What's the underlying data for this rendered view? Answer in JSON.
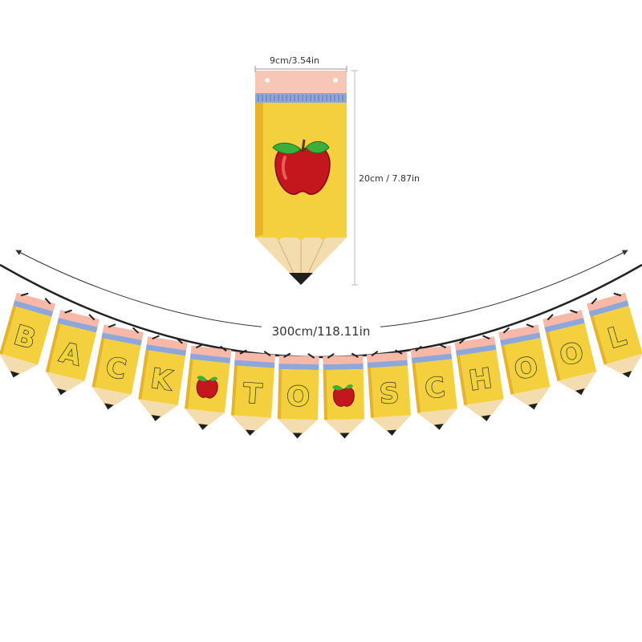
{
  "sample_flag": {
    "width_label": "9cm/3.54in",
    "height_label": "20cm / 7.87in",
    "graphic": "apple-icon"
  },
  "banner": {
    "length_label": "300cm/118.11in",
    "flags": [
      "B",
      "A",
      "C",
      "K",
      "apple",
      "T",
      "O",
      "apple",
      "S",
      "C",
      "H",
      "O",
      "O",
      "L"
    ]
  },
  "colors": {
    "pencil_body": "#f4d03f",
    "pencil_stripe": "#f7b8a8",
    "pencil_band": "#8fa6d8",
    "wood": "#f3dcae",
    "lead": "#1f1f1f",
    "apple": "#c4171d",
    "leaf": "#3cae3c",
    "dimension_line": "#333333"
  }
}
